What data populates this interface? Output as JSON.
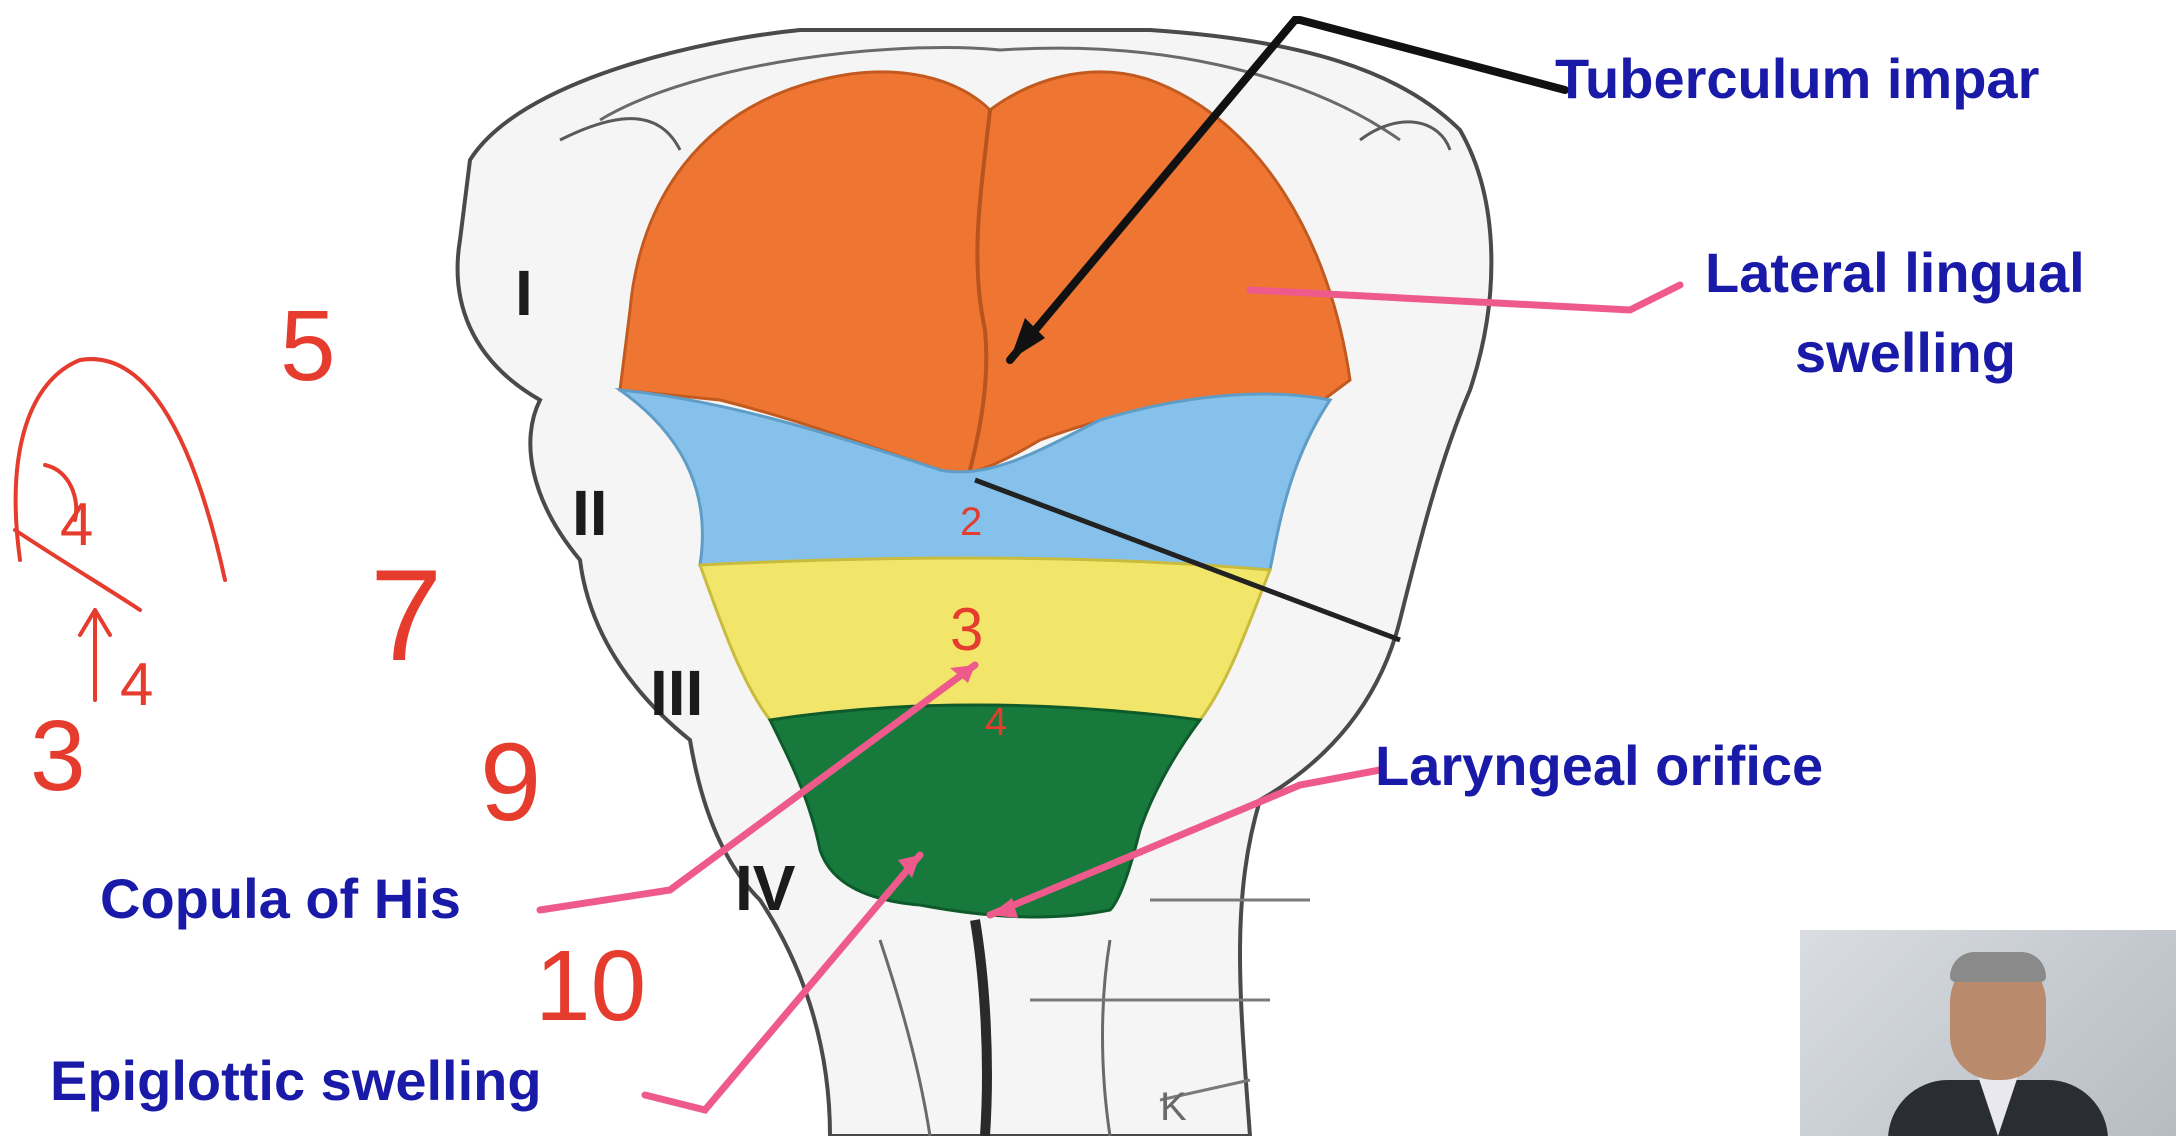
{
  "labels": {
    "tuberculum_impar": "Tuberculum impar",
    "lateral_lingual_line1": "Lateral lingual",
    "lateral_lingual_line2": "swelling",
    "laryngeal_orifice": "Laryngeal orifice",
    "copula_of_his": "Copula of His",
    "epiglottic_swelling": "Epiglottic swelling"
  },
  "arches": [
    "I",
    "II",
    "III",
    "IV"
  ],
  "handwriting": {
    "n5": "5",
    "n7": "7",
    "n9": "9",
    "n10": "10",
    "n3": "3",
    "n4": "4",
    "arrow_label": "4",
    "on_blue": "2",
    "on_yellow": "3",
    "on_green": "4"
  },
  "colors": {
    "orange": "#ef7632",
    "blue": "#85c1ea",
    "yellow": "#f2e66a",
    "green": "#177a3c",
    "label_text": "#1a1aa8",
    "pointer": "#ee5a8c",
    "ink": "#e53c2e"
  }
}
